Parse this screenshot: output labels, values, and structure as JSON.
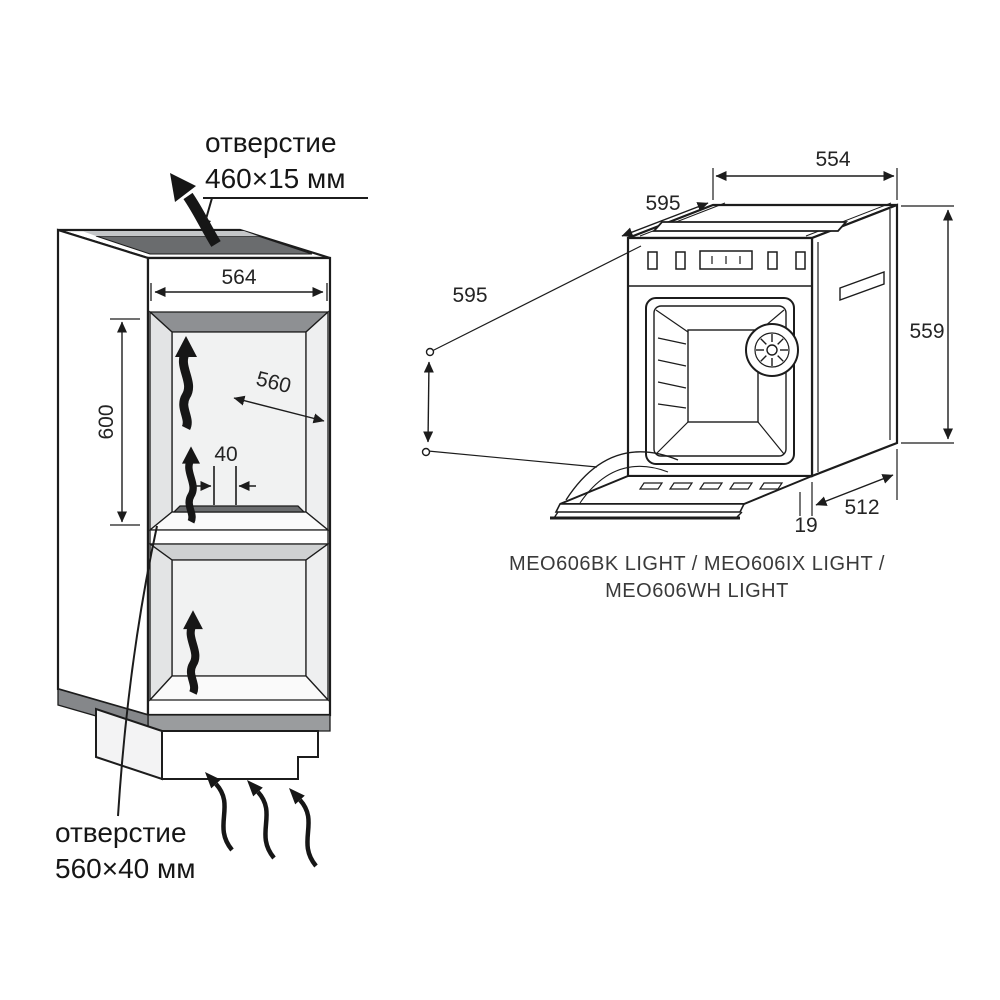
{
  "cabinet": {
    "top_opening": {
      "line1": "отверстие",
      "line2": "460×15 мм"
    },
    "bottom_opening": {
      "line1": "отверстие",
      "line2": "560×40 мм"
    },
    "dims": {
      "inner_width": "564",
      "inner_depth": "560",
      "inner_height": "600",
      "vent_gap": "40"
    }
  },
  "oven": {
    "dims": {
      "back_width": "554",
      "top_depth": "595",
      "front_height": "595",
      "body_height": "559",
      "bottom_depth": "512",
      "door_clearance": "19"
    },
    "models": {
      "line1": "MEO606BK LIGHT / MEO606IX LIGHT /",
      "line2": "MEO606WH LIGHT"
    }
  },
  "colors": {
    "line": "#1c1c1c",
    "vent_dark": "#6a6c6e",
    "vent_light": "#c4c6c8",
    "plinth_band": "#9a9c9e",
    "interior_shadow": "#8e9093",
    "background": "#ffffff"
  }
}
